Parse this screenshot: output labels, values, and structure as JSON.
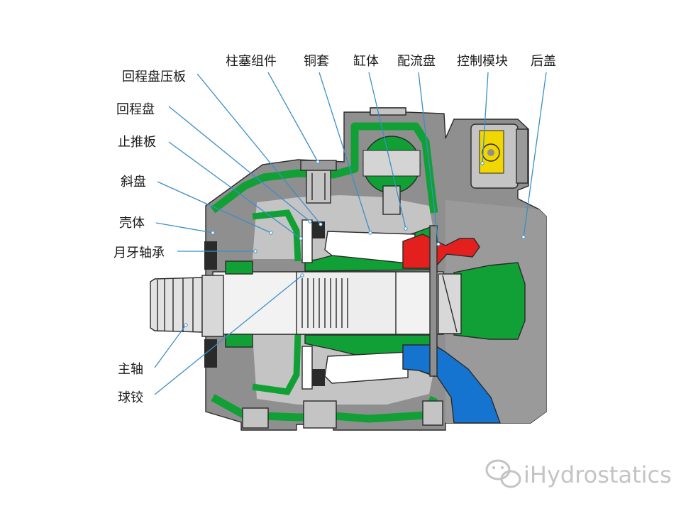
{
  "labels": {
    "top": {
      "plunger": "柱塞组件",
      "copper_sleeve": "铜套",
      "cylinder": "缸体",
      "valve_plate": "配流盘",
      "control_module": "控制模块",
      "rear_cover": "后盖"
    },
    "left": {
      "return_plate_press": "回程盘压板",
      "return_plate": "回程盘",
      "thrust_plate": "止推板",
      "swash_plate": "斜盘",
      "housing": "壳体",
      "crescent_bearing": "月牙轴承",
      "main_shaft": "主轴",
      "ball_joint": "球铰"
    }
  },
  "watermark": "iHydrostatics",
  "colors": {
    "housing_gray": "#8f8f8f",
    "housing_dark": "#6e6e6e",
    "cavity_light": "#c4c4c4",
    "component_green": "#11a035",
    "high_pressure_red": "#e4201f",
    "low_pressure_blue": "#1474cf",
    "control_yellow": "#f1d600",
    "leader_blue": "#3a8fc7",
    "text": "#1a1a1a"
  },
  "icons": [
    "wechat-icon"
  ]
}
